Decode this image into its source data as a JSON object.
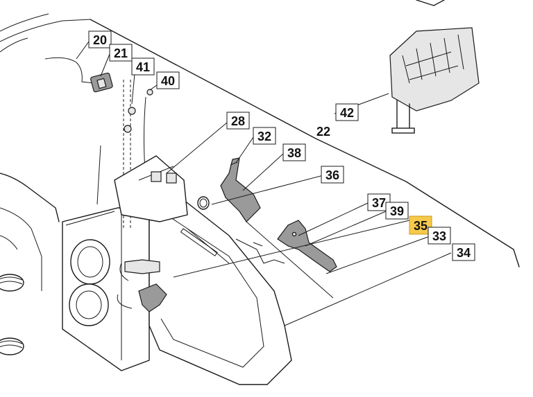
{
  "diagram": {
    "highlight_color": "#f6c94a",
    "parts": {
      "p20": "20",
      "p21": "21",
      "p41": "41",
      "p40": "40",
      "p28": "28",
      "p32": "32",
      "p38": "38",
      "p36": "36",
      "p22": "22",
      "p42": "42",
      "p37": "37",
      "p39": "39",
      "p35": "35",
      "p33": "33",
      "p34": "34"
    }
  }
}
